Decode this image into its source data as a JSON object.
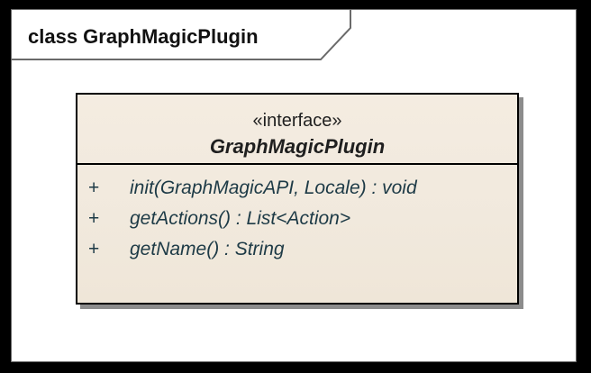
{
  "frame": {
    "title": "class GraphMagicPlugin"
  },
  "class_box": {
    "stereotype": "«interface»",
    "name": "GraphMagicPlugin",
    "operations": [
      {
        "visibility": "+",
        "signature": "init(GraphMagicAPI, Locale) : void"
      },
      {
        "visibility": "+",
        "signature": "getActions() : List<Action>"
      },
      {
        "visibility": "+",
        "signature": "getName() : String"
      }
    ]
  },
  "colors": {
    "background": "#000000",
    "frame": "#ffffff",
    "class_fill": "#f2eadf",
    "operation_text": "#1d3a46"
  }
}
